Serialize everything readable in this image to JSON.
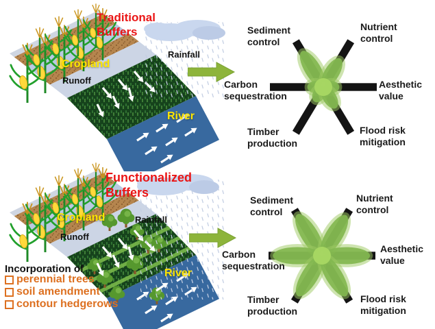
{
  "colors": {
    "title_red": "#ea1515",
    "label_yellow": "#ffe600",
    "list_orange": "#dd7020",
    "transition_arrow_green": "#8db43b",
    "star_bar_black": "#141414",
    "petal_dark": "#68a63e",
    "petal_light": "#9dca62",
    "petal_center": "#a8d763",
    "river_blue": "#38699f",
    "buffer_green": "#16431c",
    "soil_brown": "#b5854e",
    "cropland_strip_blue": "#bac9e1",
    "cloud_blue": "#c9d7ee"
  },
  "panels": {
    "traditional": {
      "title": "Traditional Buffers",
      "labels": {
        "rainfall": "Rainfall",
        "cropland": "Cropland",
        "runoff": "Runoff",
        "river": "River"
      }
    },
    "functionalized": {
      "title": "Functionalized Buffers",
      "labels": {
        "rainfall": "Rainfall",
        "cropland": "Cropland",
        "runoff": "Runoff",
        "river": "River"
      },
      "incorporation_heading": "Incorporation of",
      "incorporation_items": [
        "perennial trees",
        "soil amendment",
        "contour hedgerows"
      ]
    }
  },
  "stars": [
    {
      "name": "traditional-buffer-functions",
      "functions": [
        {
          "label": "Sediment control",
          "angle": -121,
          "coverage": 0.78
        },
        {
          "label": "Nutrient control",
          "angle": -59,
          "coverage": 0.62
        },
        {
          "label": "Carbon sequestration",
          "angle": 180,
          "coverage": 0.3
        },
        {
          "label": "Aesthetic value",
          "angle": 0,
          "coverage": 0.3
        },
        {
          "label": "Timber production",
          "angle": 121,
          "coverage": 0.32
        },
        {
          "label": "Flood risk mitigation",
          "angle": 59,
          "coverage": 0.46
        }
      ]
    },
    {
      "name": "functionalized-buffer-functions",
      "functions": [
        {
          "label": "Sediment control",
          "angle": -121,
          "coverage": 0.9
        },
        {
          "label": "Nutrient control",
          "angle": -59,
          "coverage": 0.88
        },
        {
          "label": "Carbon sequestration",
          "angle": 180,
          "coverage": 0.92
        },
        {
          "label": "Aesthetic value",
          "angle": 0,
          "coverage": 0.9
        },
        {
          "label": "Timber production",
          "angle": 121,
          "coverage": 0.88
        },
        {
          "label": "Flood risk mitigation",
          "angle": 59,
          "coverage": 0.88
        }
      ]
    }
  ]
}
